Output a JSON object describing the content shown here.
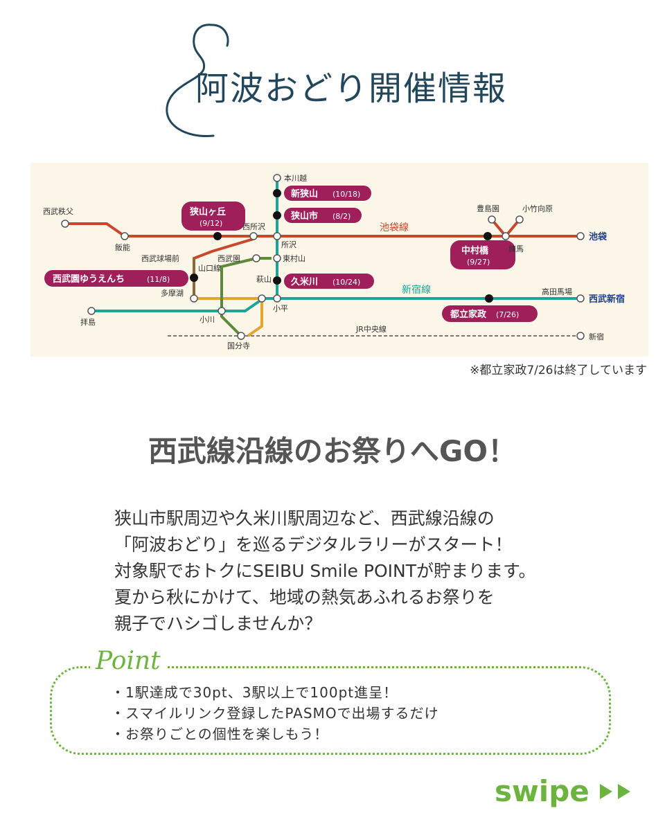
{
  "title": "阿波おどり開催情報",
  "map": {
    "lines": {
      "ikebukuro": "池袋線",
      "shinjuku": "新宿線",
      "yamaguchi": "山口線",
      "chuo": "JR中央線"
    },
    "terminals": {
      "ikebukuro": "池袋",
      "seibu_shinjuku": "西武新宿",
      "shinjuku": "新宿"
    },
    "stations": {
      "chichibu": "西武秩父",
      "hanno": "飯能",
      "nishitokorozawa": "西所沢",
      "tokorozawa": "所沢",
      "hon_kawagoe": "本川越",
      "toshimaen": "豊島園",
      "kotakemukaihara": "小竹向原",
      "nerima": "練馬",
      "seibu_kyujomae": "西武球場前",
      "seibuen": "西武園",
      "higashimurayama": "東村山",
      "tamako": "多摩湖",
      "hagiyama": "萩山",
      "kodaira": "小平",
      "haijima": "拝島",
      "ogawa": "小川",
      "kokubunji": "国分寺",
      "takadanobaba": "高田馬場"
    },
    "events": [
      {
        "name": "新狭山",
        "date": "(10/18)"
      },
      {
        "name": "狭山市",
        "date": "(8/2)"
      },
      {
        "name": "狭山ヶ丘",
        "date": "(9/12)"
      },
      {
        "name": "中村橋",
        "date": "(9/27)"
      },
      {
        "name": "西武園ゆうえんち",
        "date": "(11/8)"
      },
      {
        "name": "久米川",
        "date": "(10/24)"
      },
      {
        "name": "都立家政",
        "date": "(7/26)"
      }
    ],
    "colors": {
      "ikebukuro": "#c9472a",
      "shinjuku": "#1ba597",
      "yamaguchi": "#8a6a3a",
      "tamako": "#e8a22e",
      "seibuen": "#5c8a3a",
      "event": "#9e1f5a"
    }
  },
  "map_note": "※都立家政7/26は終了しています",
  "heading": "西武線沿線のお祭りへGO！",
  "body": [
    "狭山市駅周辺や久米川駅周辺など、西武線沿線の",
    "「阿波おどり」を巡るデジタルラリーがスタート！",
    "対象駅でおトクにSEIBU Smile POINTが貯まります。",
    "夏から秋にかけて、地域の熱気あふれるお祭りを",
    "親子でハシゴしませんか？"
  ],
  "point": {
    "label": "Point",
    "items": [
      "・1駅達成で30pt、3駅以上で100pt進呈！",
      "・スマイルリンク登録したPASMOで出場するだけ",
      "・お祭りごとの個性を楽しもう！"
    ]
  },
  "swipe": "swipe"
}
